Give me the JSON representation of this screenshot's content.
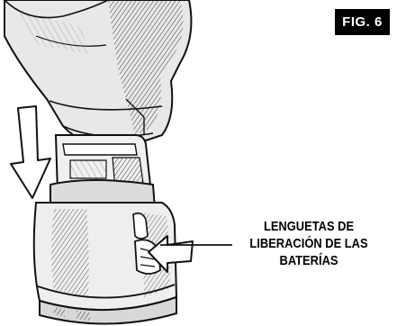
{
  "figure": {
    "badge": "FIG. 6",
    "callout_lines": [
      "LENGUETAS DE",
      "LIBERACIÓN DE LAS",
      "BATERÍAS"
    ]
  },
  "colors": {
    "line": "#111111",
    "background": "#ffffff",
    "badge_bg": "#000000",
    "badge_text": "#ffffff"
  },
  "icons": {
    "tool": "drill-handle-illustration",
    "battery": "battery-pack-illustration",
    "insert_arrow": "down-arrow-outline",
    "press_arrow": "left-arrow-outline"
  }
}
